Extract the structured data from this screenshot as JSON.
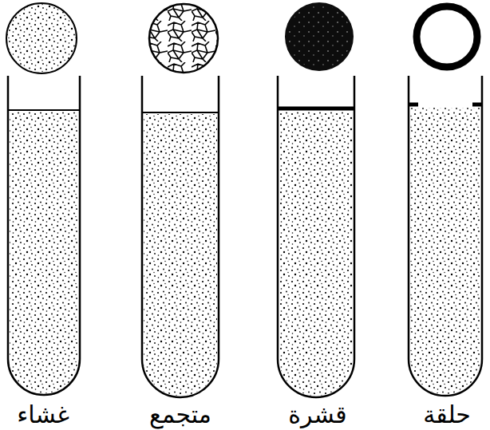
{
  "diagram": {
    "labels": [
      "حلقة",
      "قشرة",
      "متجمع",
      "غشاء"
    ]
  }
}
